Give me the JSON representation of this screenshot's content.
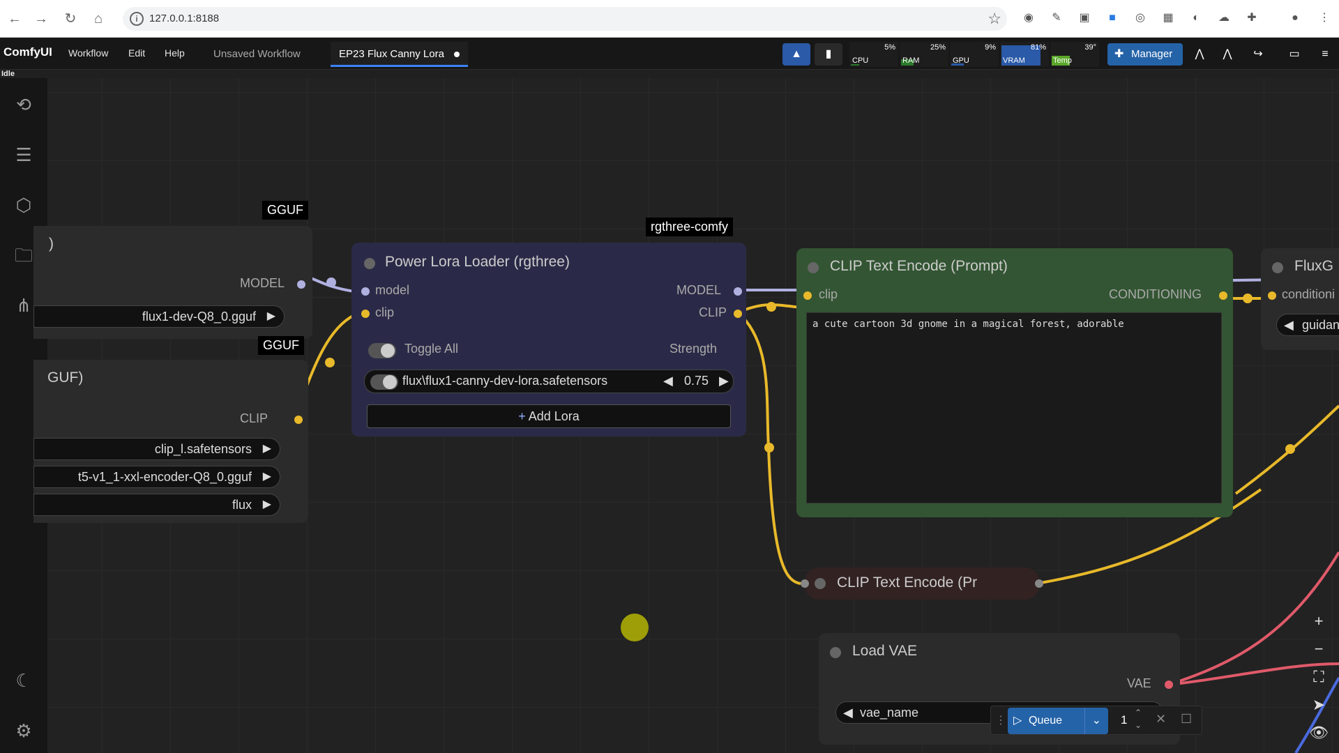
{
  "browser": {
    "url": "127.0.0.1:8188",
    "back_icon": "arrow-left-icon",
    "forward_icon": "arrow-right-icon",
    "reload_icon": "reload-icon",
    "home_icon": "home-icon"
  },
  "menubar": {
    "app_title": "ComfyUI",
    "menus": [
      "Workflow",
      "Edit",
      "Help"
    ],
    "tabs": [
      {
        "label": "Unsaved Workflow",
        "active": false
      },
      {
        "label": "EP23 Flux Canny Lora",
        "active": true,
        "modified": true
      }
    ],
    "monitors": [
      {
        "label": "CPU",
        "percent": "5%",
        "color": "#2a7a2a"
      },
      {
        "label": "RAM",
        "percent": "25%",
        "color": "#2a7a2a"
      },
      {
        "label": "GPU",
        "percent": "9%",
        "color": "#2a5aa8"
      },
      {
        "label": "VRAM",
        "percent": "81%",
        "color": "#2a5aa8"
      },
      {
        "label": "Temp",
        "percent": "39°",
        "color": "#5aa82a"
      }
    ],
    "manager_label": "Manager",
    "status": "Idle"
  },
  "nodes": {
    "unet_loader": {
      "title_suffix": ")",
      "badge": "GGUF",
      "output": "MODEL",
      "widget_value": "flux1-dev-Q8_0.gguf"
    },
    "clip_loader": {
      "title_suffix": "GUF)",
      "badge": "GGUF",
      "output": "CLIP",
      "widgets": [
        "clip_l.safetensors",
        "t5-v1_1-xxl-encoder-Q8_0.gguf",
        "flux"
      ]
    },
    "power_lora": {
      "badge": "rgthree-comfy",
      "title": "Power Lora Loader (rgthree)",
      "inputs": [
        "model",
        "clip"
      ],
      "outputs": [
        "MODEL",
        "CLIP"
      ],
      "toggle_all": "Toggle All",
      "strength_label": "Strength",
      "lora_name": "flux\\flux1-canny-dev-lora.safetensors",
      "strength": "0.75",
      "add_lora": "Add Lora"
    },
    "clip_text_encode": {
      "title": "CLIP Text Encode (Prompt)",
      "input": "clip",
      "output": "CONDITIONING",
      "prompt": "a cute cartoon 3d gnome in a magical forest, adorable"
    },
    "flux_guidance": {
      "title": "FluxG",
      "input": "conditioni",
      "widget": "guidan"
    },
    "clip_text_encode_collapsed": {
      "title": "CLIP Text Encode (Pr"
    },
    "load_vae": {
      "title": "Load VAE",
      "output": "VAE",
      "widget": "vae_name"
    }
  },
  "queue": {
    "label": "Queue",
    "count": "1"
  },
  "colors": {
    "clip_link": "#e8b92a",
    "model_link": "#b0b0e0",
    "vae_link": "#e05a6a",
    "lora_node_bg": "#2a2a48",
    "prompt_node_bg": "#335533",
    "collapsed_node_bg": "#332222"
  }
}
